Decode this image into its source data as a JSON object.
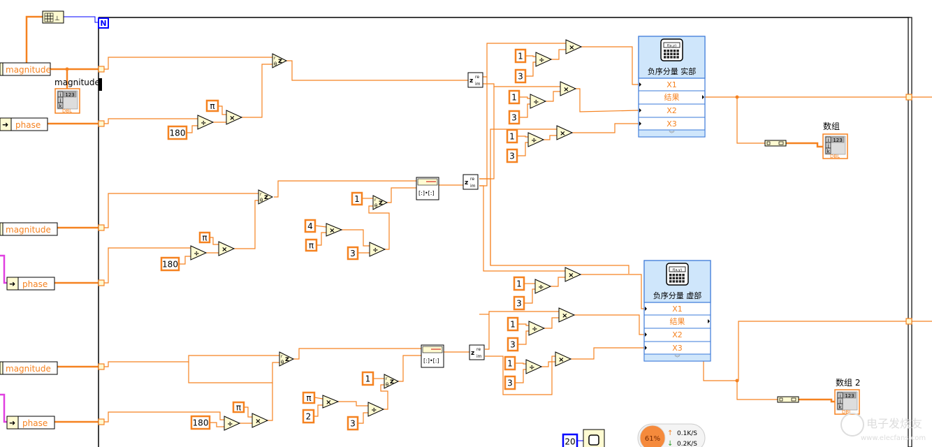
{
  "loop": {
    "count_terminal": "N"
  },
  "controls": [
    {
      "label": "magnitude"
    },
    {
      "label": "phase"
    },
    {
      "label": "magnitude"
    },
    {
      "label": "phase"
    },
    {
      "label": "magnitude"
    },
    {
      "label": "phase"
    }
  ],
  "indicator_magnitude": {
    "label": "magnitude",
    "header": "123",
    "type": "DBL",
    "indices": [
      "i",
      "j",
      "k"
    ]
  },
  "constants": {
    "s1": [
      "180",
      "π"
    ],
    "s2": [
      "180",
      "π",
      "1",
      "4",
      "π",
      "3"
    ],
    "s3": [
      "180",
      "π",
      "1",
      "π",
      "2",
      "3"
    ],
    "top": [
      "1",
      "3",
      "1",
      "3",
      "1",
      "3"
    ],
    "bottom": [
      "1",
      "3",
      "1",
      "3",
      "1",
      "3"
    ]
  },
  "primitive_symbols": {
    "divide": "÷",
    "multiply": "×",
    "polar": "z",
    "reim_re": "re",
    "reim_im": "im",
    "reim_z": "z"
  },
  "formula_nodes": [
    {
      "title": "负序分量 实部",
      "terminals": [
        "X1",
        "结果",
        "X2",
        "X3"
      ],
      "icon_text": "f(x,y)"
    },
    {
      "title": "负序分量 虚部",
      "terminals": [
        "X1",
        "结果",
        "X2",
        "X3"
      ],
      "icon_text": "f(x,y)"
    }
  ],
  "outputs": [
    {
      "label": "数组",
      "header": "123",
      "type": "DBL"
    },
    {
      "label": "数组 2",
      "header": "123",
      "type": "DBL"
    }
  ],
  "wait": {
    "ms": "20"
  },
  "network": {
    "cpu": "61%",
    "up": "0.1K/S",
    "down": "0.2K/S",
    "up_color": "#f08020",
    "down_color": "#2a9a2a"
  },
  "colors": {
    "wire": "#f58220",
    "loop_border": "#000000",
    "count_terminal": "#0000ff",
    "node_fill": "#fffbd2",
    "express_fill": "#cfe6fb",
    "express_border": "#3a78d8",
    "wire_pink": "#e040e0"
  },
  "watermark": "电子发烧友 www.elecfans.com"
}
